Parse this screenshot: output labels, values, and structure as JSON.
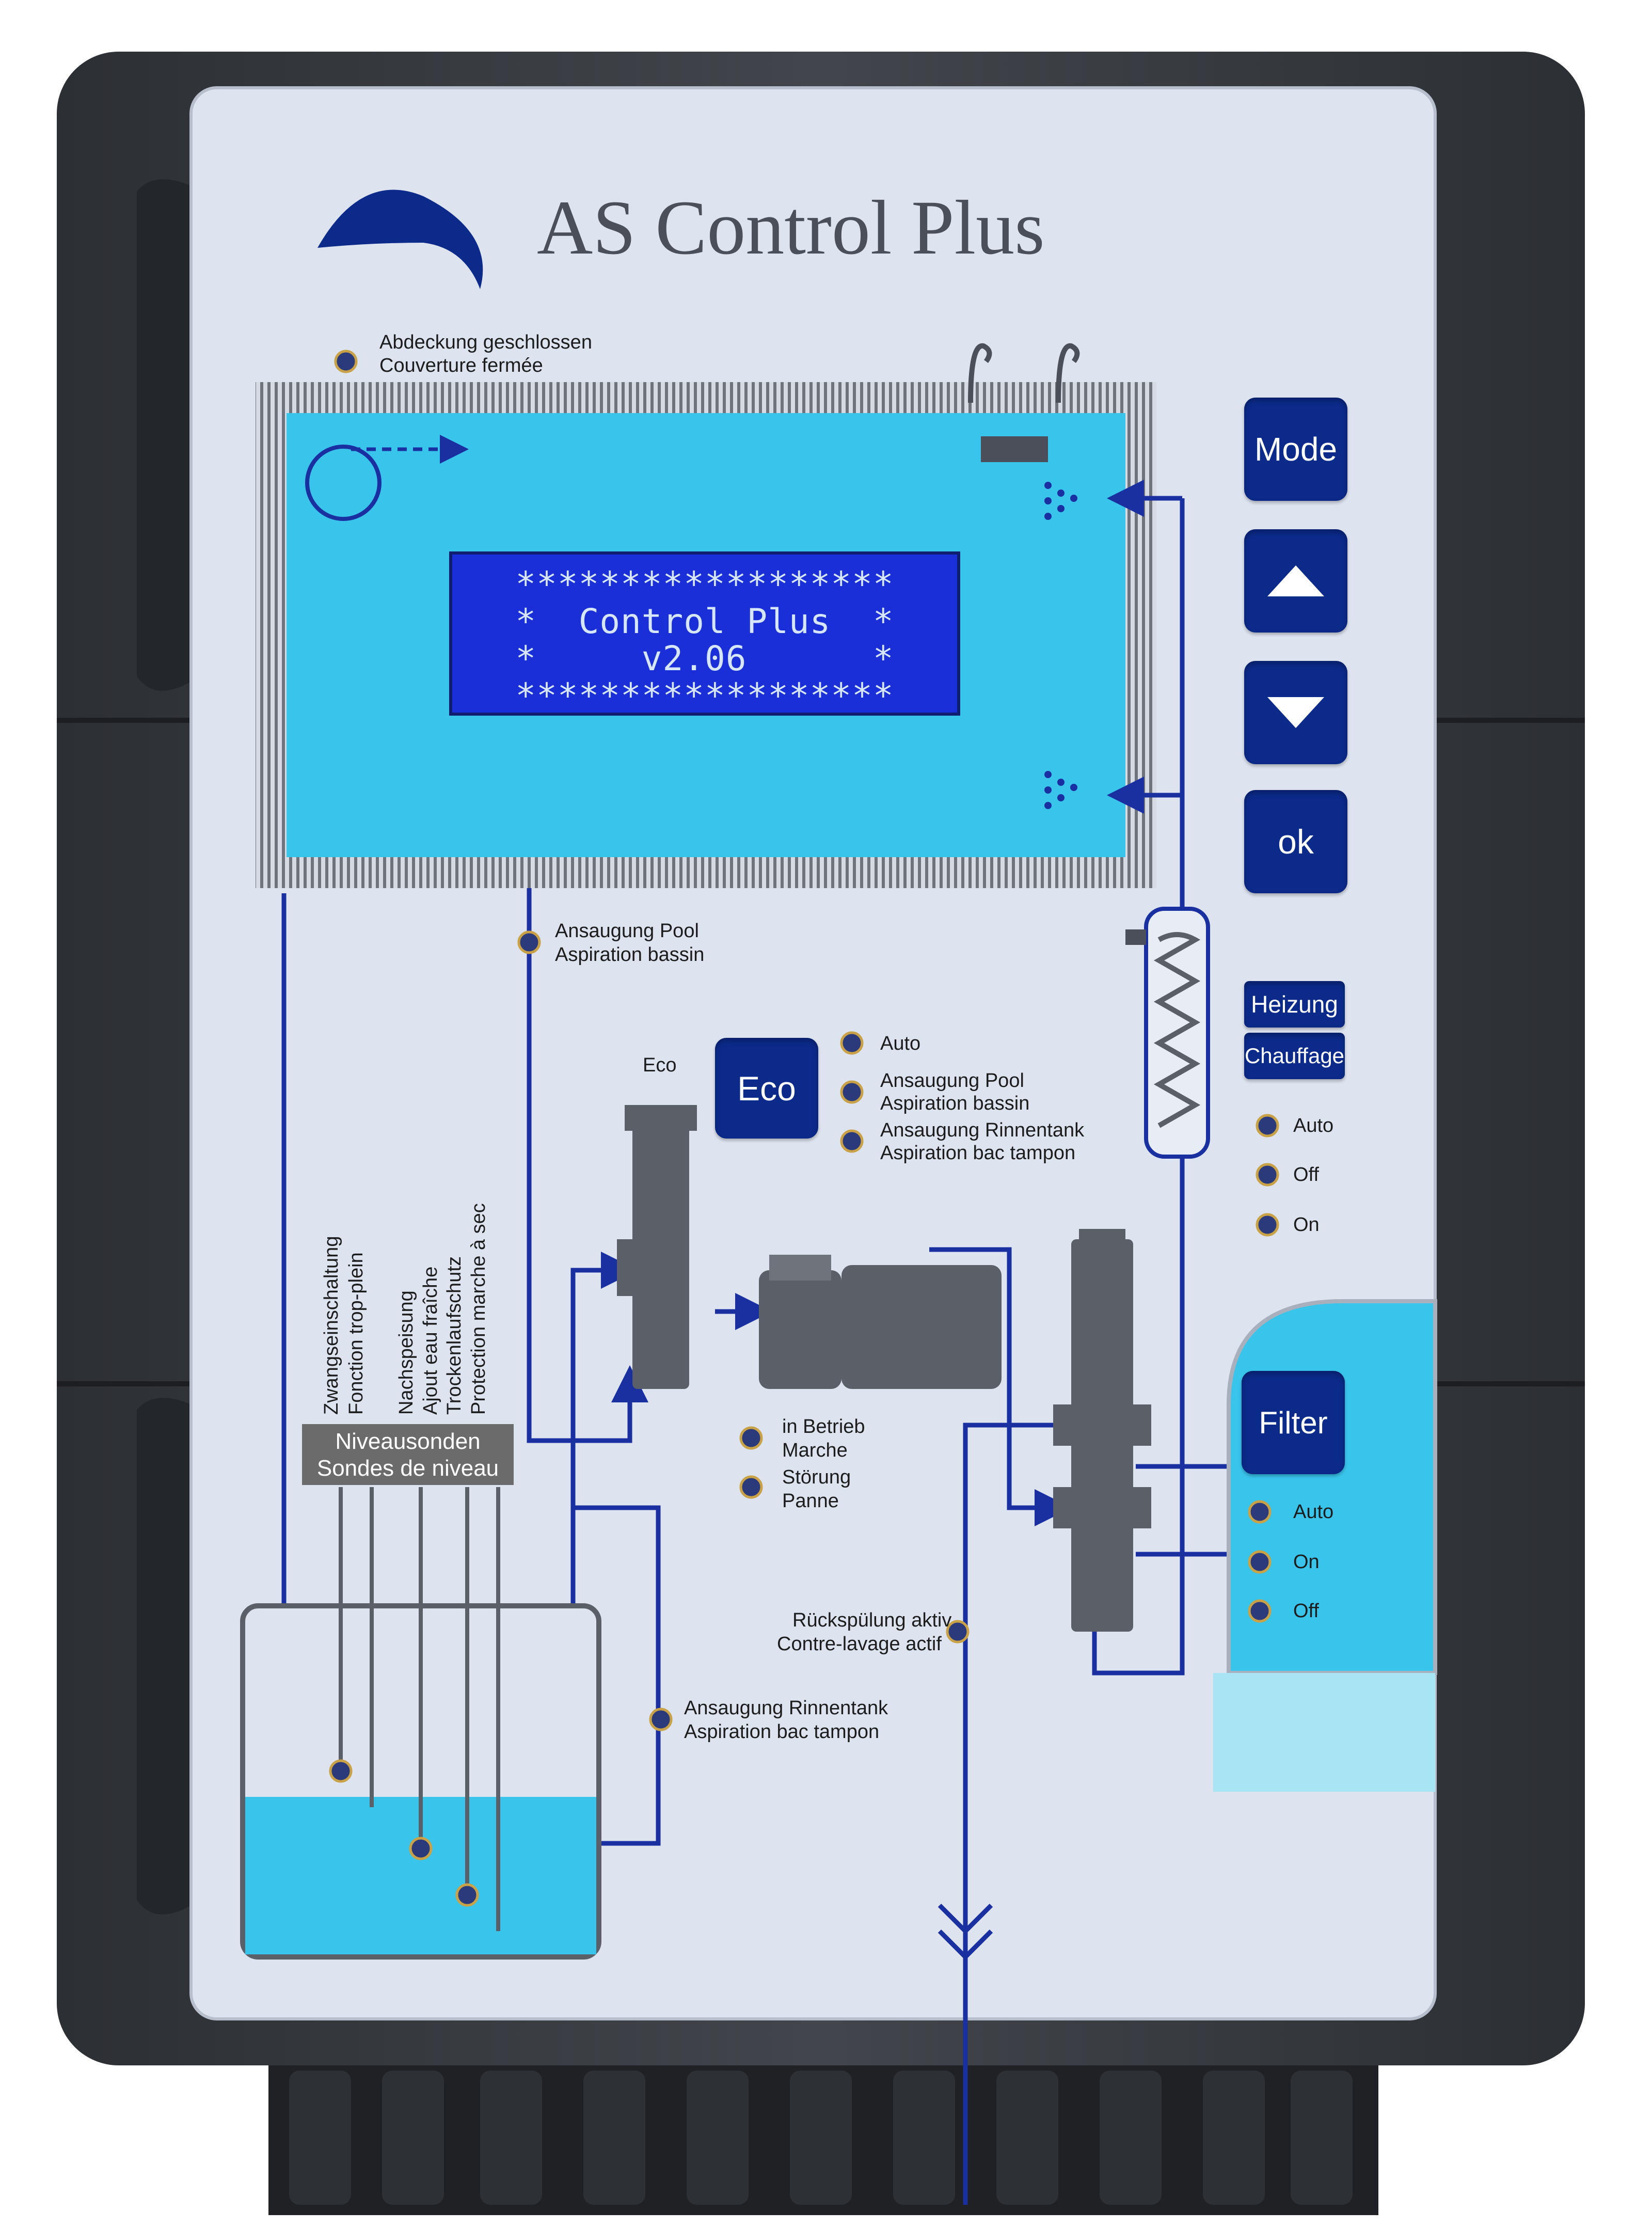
{
  "device": {
    "title": "AS Control Plus",
    "lcd_lines": [
      "******************",
      "*  Control Plus  *",
      "*     v2.06      *",
      "******************"
    ]
  },
  "buttons": {
    "mode": "Mode",
    "up_icon": "triangle-up-icon",
    "down_icon": "triangle-down-icon",
    "ok": "ok",
    "heizung": "Heizung",
    "chauffage": "Chauffage",
    "eco": "Eco",
    "filter": "Filter"
  },
  "labels": {
    "cover_de": "Abdeckung geschlossen",
    "cover_fr": "Couverture fermée",
    "suction_pool_de": "Ansaugung Pool",
    "suction_pool_fr": "Aspiration bassin",
    "eco_top": "Eco",
    "eco_auto": "Auto",
    "eco_pool_de": "Ansaugung Pool",
    "eco_pool_fr": "Aspiration bassin",
    "eco_tank_de": "Ansaugung Rinnentank",
    "eco_tank_fr": "Aspiration bac tampon",
    "heat_auto": "Auto",
    "heat_off": "Off",
    "heat_on": "On",
    "pump_run_de": "in Betrieb",
    "pump_run_fr": "Marche",
    "pump_fault_de": "Störung",
    "pump_fault_fr": "Panne",
    "filter_auto": "Auto",
    "filter_on": "On",
    "filter_off": "Off",
    "backwash_de": "Rückspülung aktiv",
    "backwash_fr": "Contre-lavage actif",
    "tank_suction_de": "Ansaugung Rinnentank",
    "tank_suction_fr": "Aspiration bac tampon",
    "level_de": "Niveausonden",
    "level_fr": "Sondes de niveau",
    "v1_de": "Zwangseinschaltung",
    "v1_fr": "Fonction trop-plein",
    "v2_de": "Nachspeisung",
    "v2_fr": "Ajout eau fraîche",
    "v3_de": "Trockenlaufschutz",
    "v3_fr": "Protection marche à sec"
  },
  "colors": {
    "housing": "#3a3d42",
    "panel": "#dde3ef",
    "pool_water": "#39c4ec",
    "pipe_blue": "#1a2fa0",
    "button_blue": "#0b2a8a",
    "lcd_blue": "#1b2fd8"
  }
}
